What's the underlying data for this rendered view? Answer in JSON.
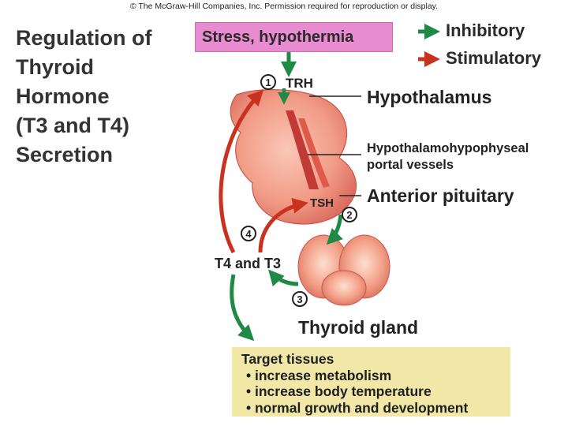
{
  "copyright": "© The McGraw-Hill Companies, Inc. Permission required for reproduction or display.",
  "title_lines": [
    "Regulation of",
    "Thyroid",
    "Hormone",
    "(T3 and T4)",
    "Secretion"
  ],
  "stimulus": "Stress, hypothermia",
  "legend": {
    "inhibitory": "Inhibitory",
    "stimulatory": "Stimulatory",
    "inhibitory_color": "#1f8a45",
    "stimulatory_color": "#c8321e"
  },
  "labels": {
    "trh": "TRH",
    "hypothalamus": "Hypothalamus",
    "portal_line1": "Hypothalamohypophyseal",
    "portal_line2": "portal vessels",
    "anterior_pituitary": "Anterior pituitary",
    "tsh": "TSH",
    "t4_t3": "T4 and T3",
    "thyroid_gland": "Thyroid gland"
  },
  "steps": [
    "1",
    "2",
    "3",
    "4"
  ],
  "target": {
    "heading": "Target tissues",
    "items": [
      "• increase metabolism",
      "• increase body temperature",
      "• normal growth and development"
    ]
  }
}
